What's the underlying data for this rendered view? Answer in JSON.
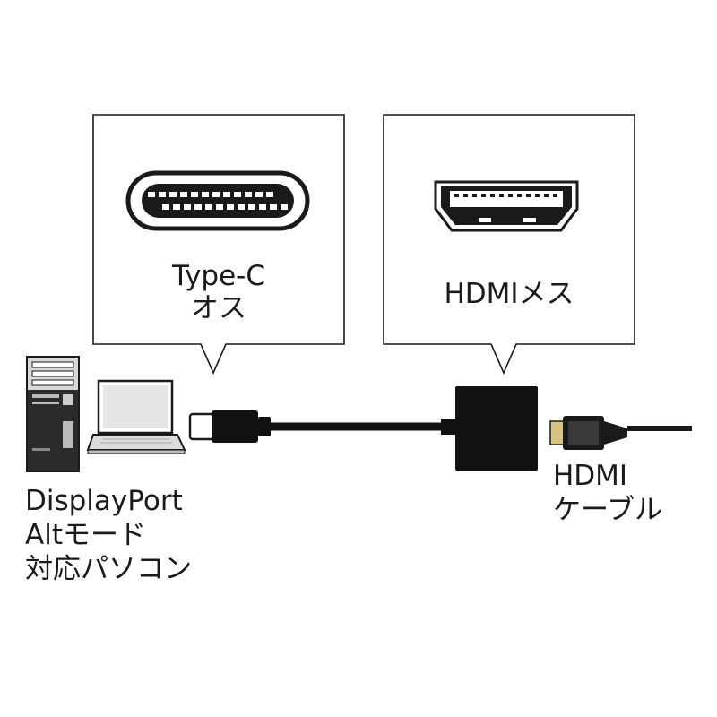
{
  "callouts": {
    "typec": {
      "line1": "Type-C",
      "line2": "オス"
    },
    "hdmi_female": {
      "line1": "HDMIメス"
    }
  },
  "labels": {
    "pc": {
      "line1": "DisplayPort",
      "line2": "Altモード",
      "line3": "対応パソコン"
    },
    "cable": {
      "line1": "HDMI",
      "line2": "ケーブル"
    }
  },
  "colors": {
    "outline": "#1a1a1a",
    "tower_light": "#d8d8d8",
    "tower_dark": "#2b2b2b",
    "laptop_screen": "#e6e6e6",
    "adapter_body": "#111111",
    "hdmi_plug_gold": "#d9c27a"
  },
  "icons": [
    "usb-type-c-port-icon",
    "hdmi-port-icon",
    "desktop-tower-icon",
    "laptop-icon",
    "usb-c-plug-icon",
    "hdmi-adapter-icon",
    "hdmi-cable-plug-icon"
  ]
}
